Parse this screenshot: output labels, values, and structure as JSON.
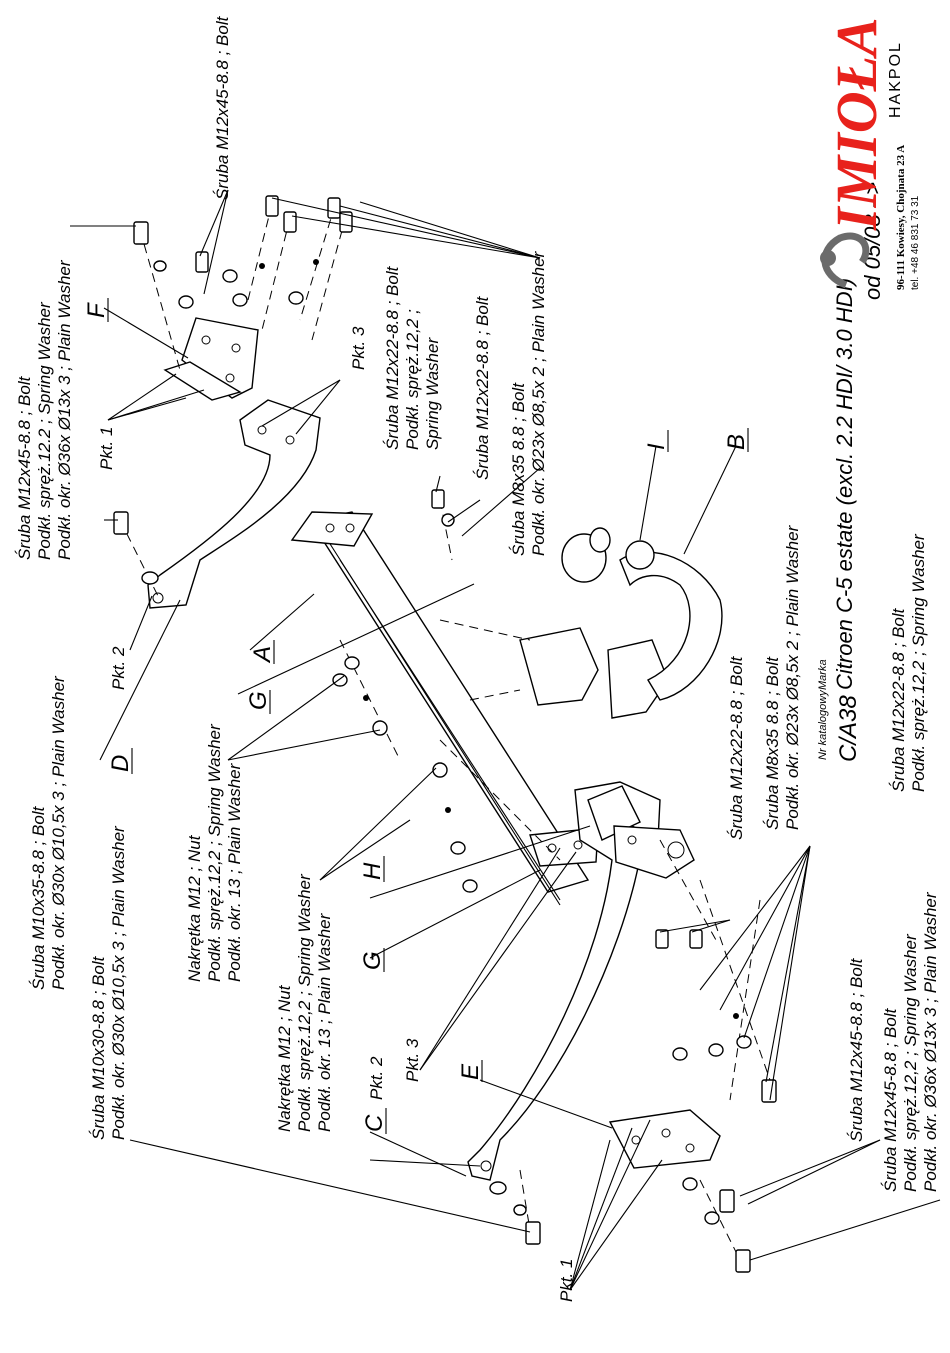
{
  "brand": {
    "logo_text": "IMIOŁA",
    "sub_text": "HAKPOL",
    "address": "96-111 Kowiesy, Chojnata 23 A",
    "phone": "tel. +48 46 831 73 31",
    "colors": {
      "logo": "#e8221c",
      "swoosh": "#6b6b6b"
    }
  },
  "info": {
    "valid_from": "od 05/08 - >",
    "catalog_label": "Nr katalogowy",
    "catalog_no": "C/A38",
    "brand_label": "Marka",
    "car": "Citroen C-5 estate (excl. 2.2 HDI/ 3.0 HDI)"
  },
  "parts": {
    "A": "A",
    "B": "B",
    "C": "C",
    "D": "D",
    "E": "E",
    "F": "F",
    "G1": "G",
    "G2": "G",
    "H": "H",
    "I": "I"
  },
  "points": {
    "pkt1_top": "Pkt. 1",
    "pkt1_bottom": "Pkt. 1",
    "pkt2_top": "Pkt. 2",
    "pkt2_bottom": "Pkt. 2",
    "pkt3_top": "Pkt. 3",
    "pkt3_bottom": "Pkt. 3"
  },
  "labels": {
    "m12x45_top_right": {
      "l1": "Śruba M12x45-8.8 ;  Bolt"
    },
    "m12x45_top_left": {
      "l1": "Śruba M12x45-8.8 ;  Bolt",
      "l2": "Podkł. spręż.12.2 ; Spring Washer",
      "l3": "Podkł. okr.  Ø36x Ø13x 3 ; Plain Washer"
    },
    "m10x35": {
      "l1": "Śruba M10x35-8.8 ;  Bolt",
      "l2": "Podkł. okr.  Ø30x Ø10,5x 3 ; Plain Washer"
    },
    "m10x30": {
      "l1": "Śruba M10x30-8.8 ;  Bolt",
      "l2": "Podkł. okr.  Ø30x Ø10,5x 3 ; Plain Washer"
    },
    "nut_a": {
      "l1": "Nakrętka  M12 ; Nut",
      "l2": "Podkł. spręż.12,2 ; Spring Washer",
      "l3": "Podkł. okr. 13 ; Plain Washer"
    },
    "nut_b": {
      "l1": "Nakrętka  M12 ; Nut",
      "l2": "Podkł. spręż.12,2 ; Spring Washer",
      "l3": "Podkł. okr. 13 ; Plain Washer"
    },
    "m12x22_spring": {
      "l1": "Śruba M12x22-8.8 ;  Bolt",
      "l2": "Podkł. spręż.12,2 ;",
      "l3": "Spring Washer"
    },
    "m12x22_mid": {
      "l1": "Śruba M12x22-8.8 ;  Bolt"
    },
    "m8x35_top": {
      "l1": "Śruba M8x35 8.8 ;  Bolt",
      "l2": "Podkł. okr.  Ø23x Ø8,5x 2 ; Plain Washer"
    },
    "m12x22_lower": {
      "l1": "Śruba M12x22-8.8 ;  Bolt"
    },
    "m8x35_lower": {
      "l1": "Śruba M8x35 8.8 ;  Bolt",
      "l2": "Podkł. okr.  Ø23x Ø8,5x 2 ; Plain Washer"
    },
    "m12x22_info": {
      "l1": "Śruba M12x22-8.8 ;  Bolt",
      "l2": "Podkł. spręż.12,2 ; Spring Washer"
    },
    "m12x45_bottom_mid": {
      "l1": "Śruba M12x45-8.8 ;  Bolt"
    },
    "m12x45_bottom_right": {
      "l1": "Śruba M12x45-8.8 ;  Bolt",
      "l2": "Podkł. spręż.12,2 ; Spring Washer",
      "l3": "Podkł. okr.  Ø36x Ø13x 3 ; Plain Washer"
    }
  }
}
